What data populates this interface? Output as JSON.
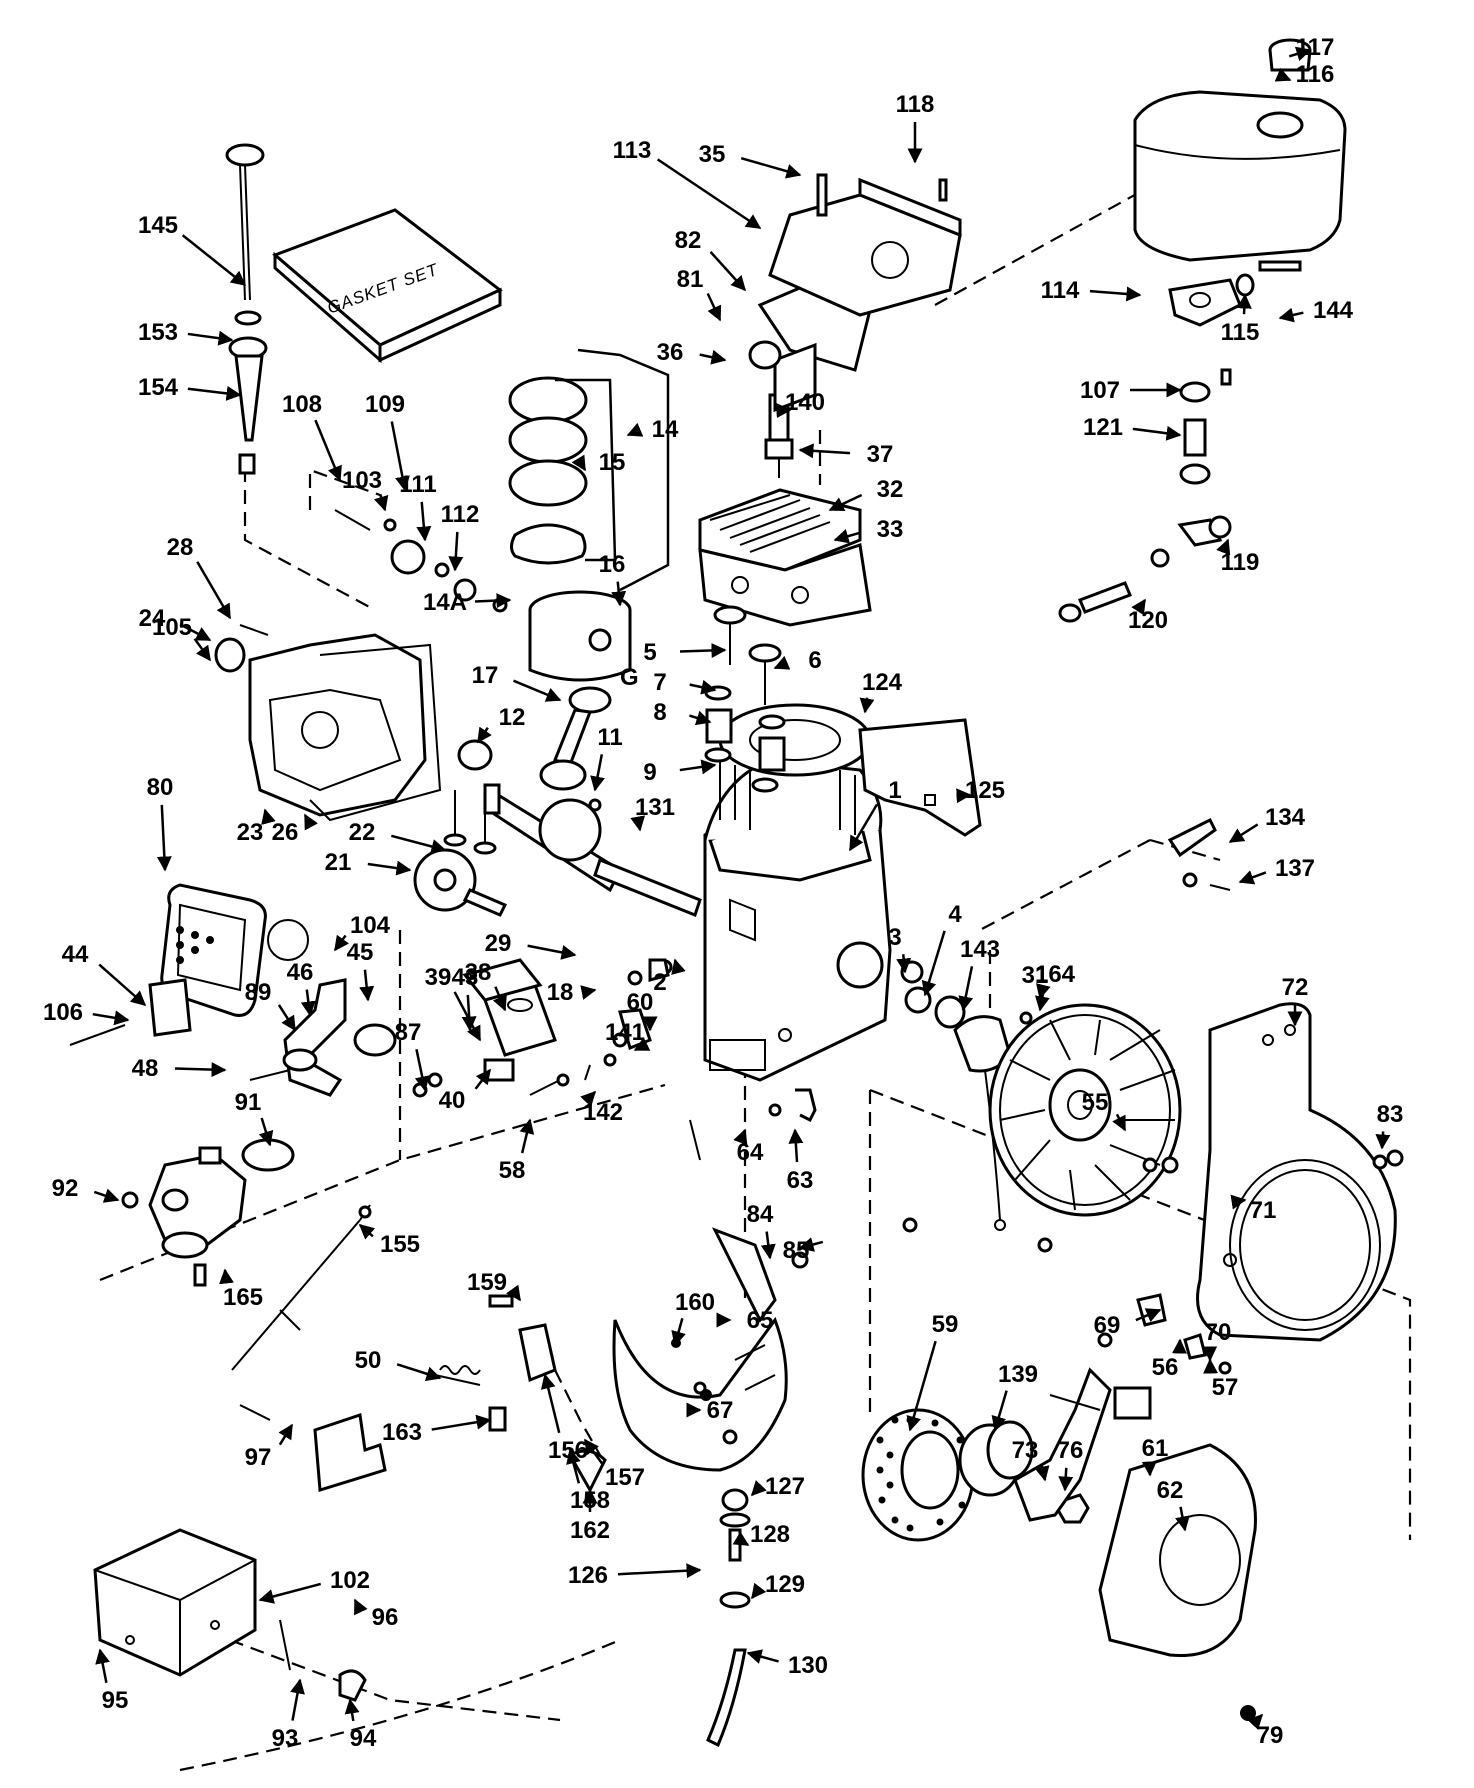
{
  "gasket_box_label": "GASKET SET",
  "callouts": [
    "1",
    "2",
    "3",
    "4",
    "5",
    "6",
    "7",
    "8",
    "9",
    "11",
    "12",
    "14",
    "14A",
    "15",
    "16",
    "17",
    "18",
    "21",
    "22",
    "23",
    "24",
    "26",
    "28",
    "29",
    "31",
    "32",
    "33",
    "35",
    "36",
    "37",
    "38",
    "39",
    "40",
    "43",
    "44",
    "45",
    "46",
    "48",
    "50",
    "55",
    "56",
    "57",
    "58",
    "59",
    "60",
    "61",
    "62",
    "63",
    "64",
    "65",
    "67",
    "69",
    "70",
    "71",
    "72",
    "73",
    "76",
    "79",
    "80",
    "81",
    "82",
    "83",
    "84",
    "85",
    "87",
    "89",
    "91",
    "92",
    "93",
    "94",
    "95",
    "96",
    "97",
    "102",
    "103",
    "104",
    "105",
    "106",
    "107",
    "108",
    "109",
    "111",
    "112",
    "113",
    "114",
    "115",
    "116",
    "117",
    "118",
    "119",
    "120",
    "121",
    "124",
    "125",
    "126",
    "127",
    "128",
    "129",
    "130",
    "131",
    "134",
    "137",
    "139",
    "140",
    "141",
    "142",
    "143",
    "144",
    "145",
    "153",
    "154",
    "155",
    "156",
    "157",
    "158",
    "159",
    "160",
    "162",
    "163",
    "164",
    "165"
  ]
}
